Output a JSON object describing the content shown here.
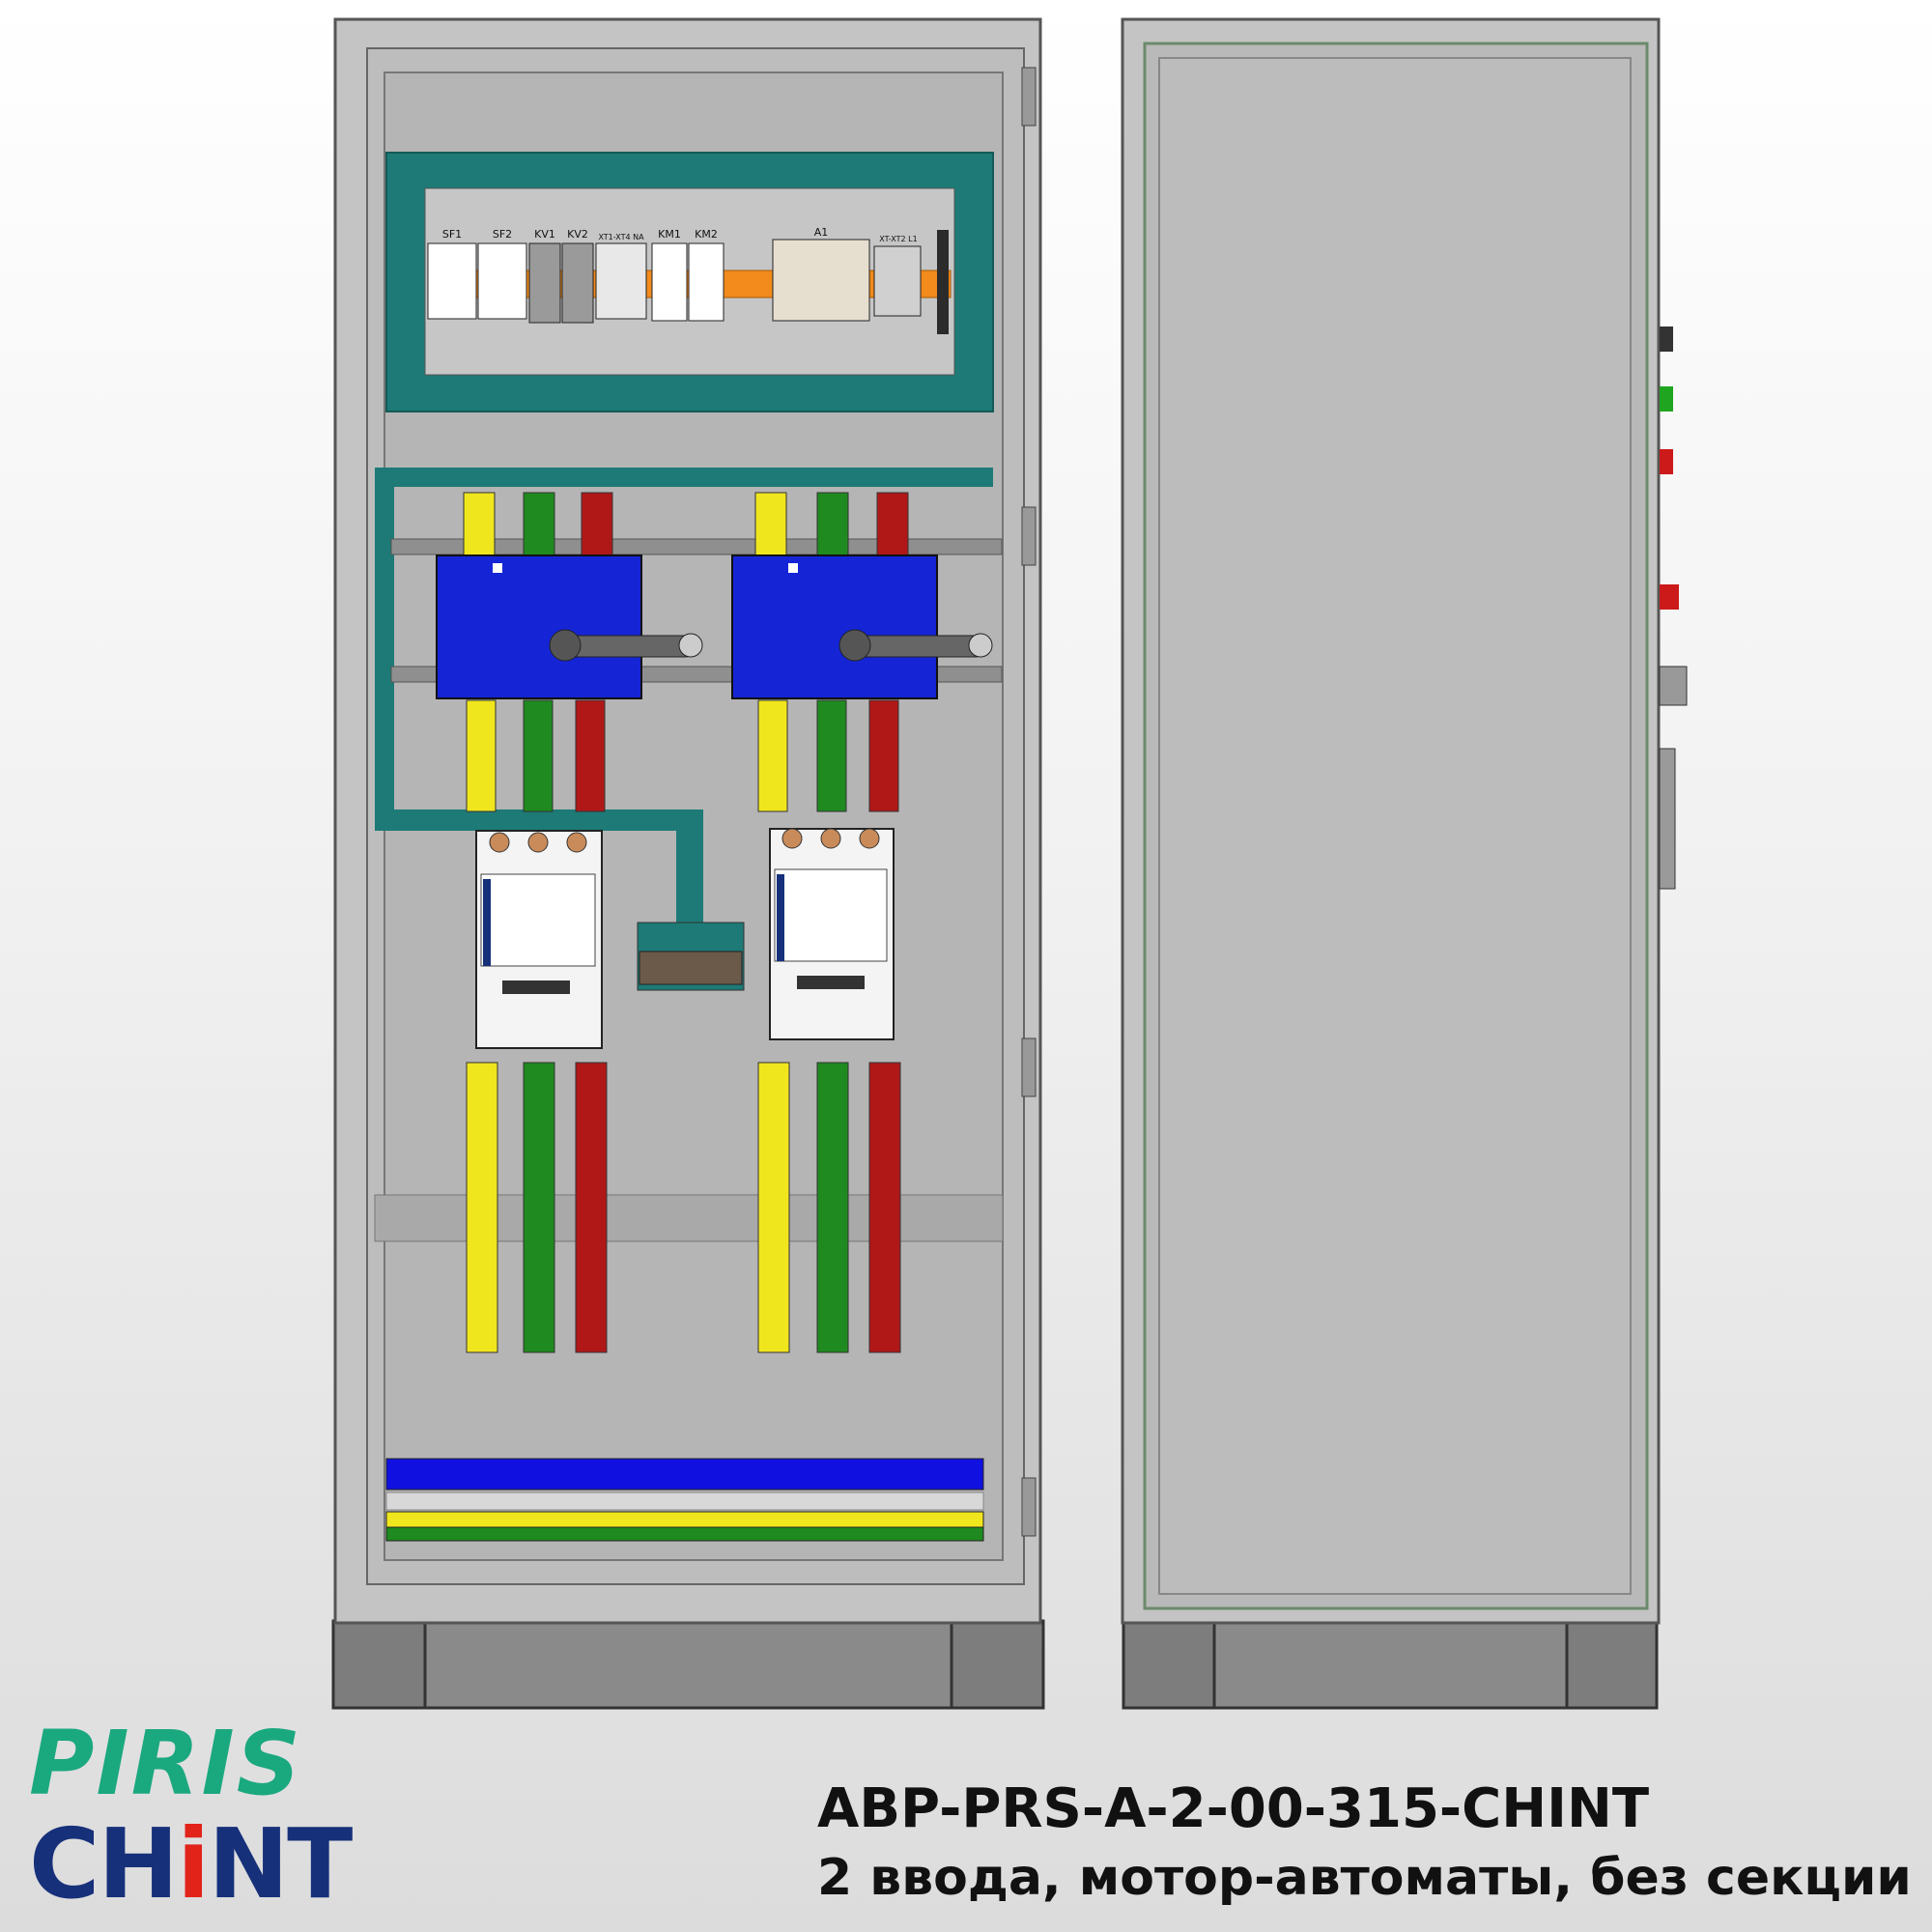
{
  "labels": {
    "sf1": "SF1",
    "sf2": "SF2",
    "kv1": "KV1",
    "kv2": "KV2",
    "mid": "XT1-XT4  NA",
    "km1": "KM1",
    "km2": "KM2",
    "a1": "A1",
    "xt": "XT-XT2 L1"
  },
  "logo": {
    "piris": "PIRIS",
    "chint_pre": "CH",
    "chint_i": "i",
    "chint_post": "NT",
    "piris_color": "#1aa87f",
    "chint_color": "#16307a",
    "chint_dot_color": "#e2231a"
  },
  "caption": {
    "code": "ABP-PRS-A-2-00-315-CHINT",
    "description": "2 ввода, мотор-автоматы, без секции"
  },
  "colors": {
    "phase_a": "#f0e61e",
    "phase_b": "#1f8a1f",
    "phase_c": "#b01818",
    "neutral": "#1010e0",
    "switch_body": "#1525d6",
    "teal_frame": "#1d7a76",
    "cabinet_grey": "#b8b8b8"
  }
}
